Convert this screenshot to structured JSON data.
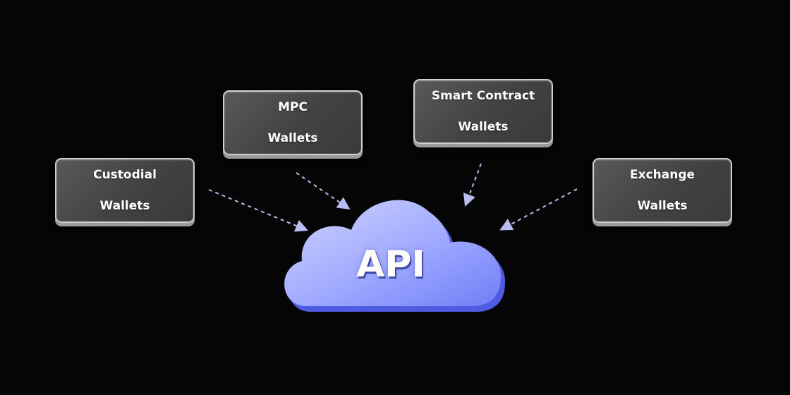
{
  "nodes": {
    "custodial": {
      "line1": "Custodial",
      "line2": "Wallets"
    },
    "mpc": {
      "line1": "MPC",
      "line2": "Wallets"
    },
    "smart_contract": {
      "line1": "Smart Contract",
      "line2": "Wallets"
    },
    "exchange": {
      "line1": "Exchange",
      "line2": "Wallets"
    }
  },
  "hub": {
    "label": "API"
  },
  "colors": {
    "background": "#050505",
    "arrow": "#b9bdf2",
    "cloud_light": "#c6cbff",
    "cloud_dark": "#6f7ff5",
    "cloud_shadow": "#4f5be0",
    "box_border": "#cfcfcf"
  }
}
